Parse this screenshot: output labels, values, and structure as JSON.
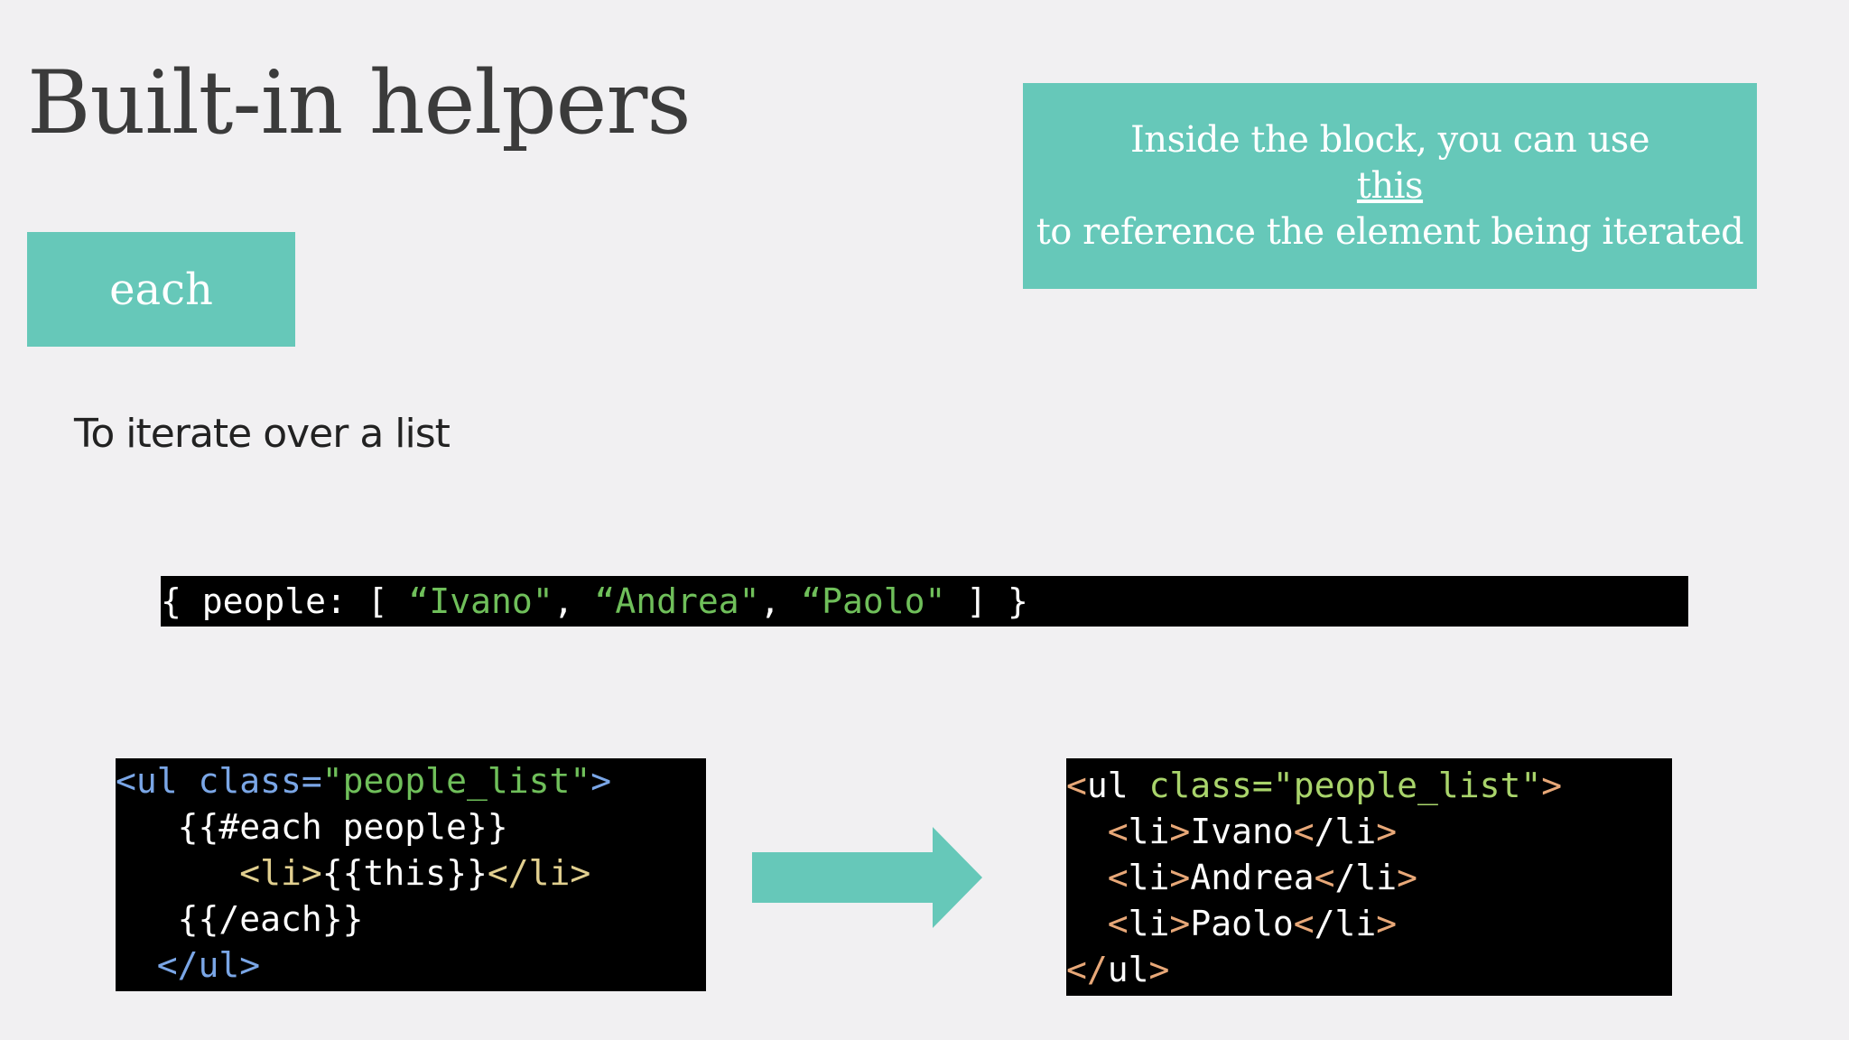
{
  "slide": {
    "title": "Built-in helpers",
    "badge": "each",
    "subtitle": "To iterate over a list",
    "callout": {
      "line1": "Inside the block, you can use",
      "keyword": "this",
      "line2": "to reference the element being iterated"
    }
  },
  "data_code": {
    "open": "{ people: [ ",
    "items": [
      "“Ivano\"",
      "“Andrea\"",
      "“Paolo\""
    ],
    "sep": ", ",
    "close": " ] }"
  },
  "template_code": {
    "l1_tag": "<ul",
    "l1_attr": " class=",
    "l1_val": "\"people_list\"",
    "l1_end": ">",
    "l2": "   {{#each people}}",
    "l3_open": "<li>",
    "l3_expr": "{{this}}",
    "l3_close": "</li>",
    "l4": "   {{/each}}",
    "l5": "</ul>"
  },
  "output_code": {
    "l1_tag": "<",
    "l1_name": "ul",
    "l1_attr": " class=",
    "l1_val": "\"people_list\"",
    "l1_end": ">",
    "items": [
      "Ivano",
      "Andrea",
      "Paolo"
    ],
    "li_open_lt": "<",
    "li_name": "li",
    "li_gt": ">",
    "li_close_lt": "</",
    "last_lt": "</",
    "last_name": "ul",
    "last_gt": ">"
  },
  "colors": {
    "accent": "#66c8b9",
    "background": "#f1f0f2",
    "code_bg": "#000000"
  },
  "icons": {
    "arrow": "arrow-right-icon"
  }
}
